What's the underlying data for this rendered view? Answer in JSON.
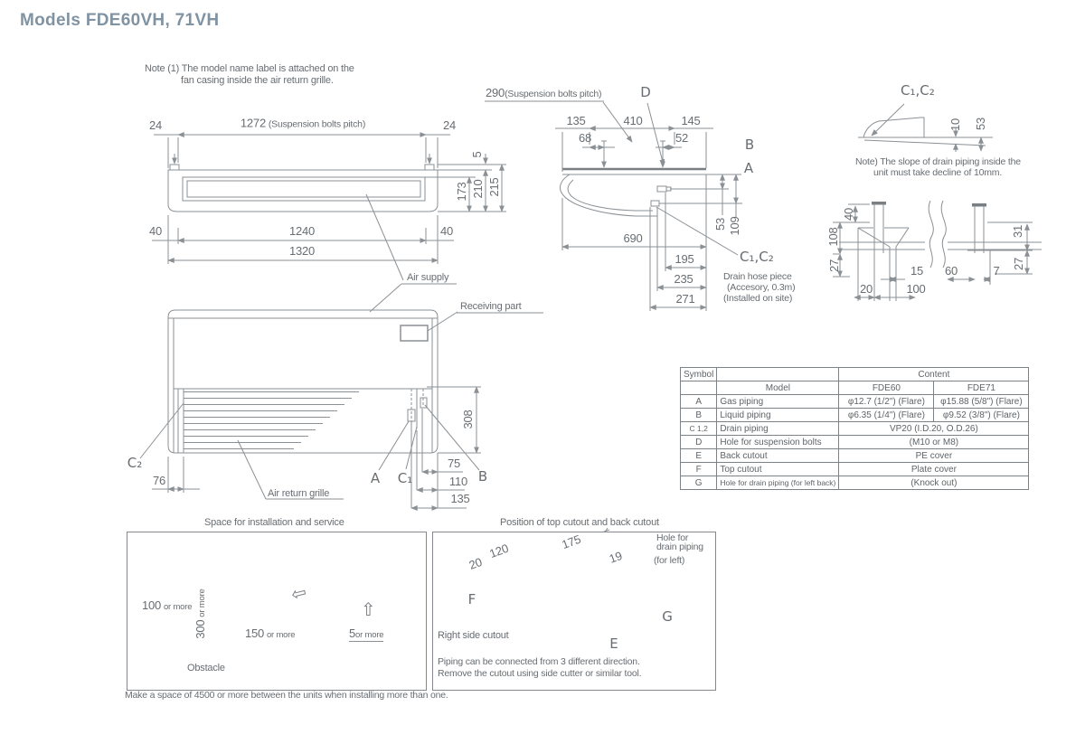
{
  "title": "Models  FDE60VH, 71VH",
  "note1": {
    "line1": "Note (1) The model name label is attached on the",
    "line2": "fan casing inside the air return grille."
  },
  "top_view": {
    "dim_24_left": "24",
    "dim_pitch": "1272",
    "dim_pitch_note": "(Suspension bolts pitch)",
    "dim_24_right": "24",
    "dim_5": "5",
    "dim_173": "173",
    "dim_210": "210",
    "dim_215": "215",
    "dim_40_left": "40",
    "dim_1240": "1240",
    "dim_40_right": "40",
    "dim_1320": "1320",
    "air_supply": "Air supply"
  },
  "front_view": {
    "receiving_part": "Receiving part",
    "c2": "C₂",
    "dim_76": "76",
    "air_return_grille": "Air return grille",
    "a": "A",
    "c1": "C₁",
    "b": "B",
    "dim_308": "308",
    "dim_75": "75",
    "dim_110": "110",
    "dim_135": "135"
  },
  "side_view": {
    "dim_pitch": "290",
    "dim_pitch_note": "(Suspension bolts pitch)",
    "d": "D",
    "b": "B",
    "a": "A",
    "dim_135": "135",
    "dim_410": "410",
    "dim_145": "145",
    "dim_68": "68",
    "dim_52": "52",
    "dim_690": "690",
    "dim_53": "53",
    "dim_109": "109",
    "dim_195": "195",
    "dim_235": "235",
    "dim_271": "271",
    "c1c2": "C₁,C₂",
    "drain_note_line1": "Drain hose piece",
    "drain_note_line2": "(Accesory, 0.3m)",
    "drain_note_line3": "(Installed on site)"
  },
  "slope_detail": {
    "c1c2": "C₁,C₂",
    "dim_10": "10",
    "dim_53": "53",
    "note_line1": "Note) The slope of drain piping inside the",
    "note_line2": "unit must take decline of 10mm."
  },
  "bracket_detail": {
    "dim_40": "40",
    "dim_108": "108",
    "dim_27_left": "27",
    "dim_20": "20",
    "dim_15": "15",
    "dim_100": "100",
    "dim_60": "60",
    "dim_7": "7",
    "dim_31": "31",
    "dim_27_right": "27"
  },
  "table": {
    "header_symbol": "Symbol",
    "header_content": "Content",
    "header_model": "Model",
    "header_fde60": "FDE60",
    "header_fde71": "FDE71",
    "rows": [
      {
        "symbol": "A",
        "item": "Gas piping",
        "fde60": "φ12.7 (1/2\") (Flare)",
        "fde71": "φ15.88 (5/8\") (Flare)"
      },
      {
        "symbol": "B",
        "item": "Liquid piping",
        "fde60": "φ6.35 (1/4\") (Flare)",
        "fde71": "φ9.52 (3/8\") (Flare)"
      },
      {
        "symbol": "C 1,2",
        "item": "Drain piping",
        "value": "VP20 (I.D.20, O.D.26)"
      },
      {
        "symbol": "D",
        "item": "Hole for suspension bolts",
        "value": "(M10 or M8)"
      },
      {
        "symbol": "E",
        "item": "Back cutout",
        "value": "PE cover"
      },
      {
        "symbol": "F",
        "item": "Top cutout",
        "value": "Plate cover"
      },
      {
        "symbol": "G",
        "item": "Hole for drain piping  (for left back)",
        "value": "(Knock out)"
      }
    ]
  },
  "install_box": {
    "title": "Space for installation and service",
    "dim_100": "100",
    "dim_100_suffix": "or more",
    "dim_300": "300",
    "dim_300_suffix": "or more",
    "dim_150": "150",
    "dim_150_suffix": "or more",
    "dim_5": "5",
    "dim_5_suffix": "or more",
    "obstacle": "Obstacle",
    "caption": "Make a space of 4500 or more between the units when installing more than one."
  },
  "cutout_box": {
    "title": "Position of top cutout and back cutout",
    "dim_20": "20",
    "dim_120": "120",
    "dim_175": "175",
    "dim_19": "19",
    "hole_line1": "Hole for",
    "hole_line2": "drain piping",
    "hole_line3": "(for left)",
    "f": "F",
    "g": "G",
    "e": "E",
    "right_side_cutout": "Right side cutout",
    "note_line1": "Piping can be connected from 3 different direction.",
    "note_line2": "Remove the cutout using side cutter or similar tool."
  },
  "colors": {
    "title": "#8093a3",
    "line": "#8b9095",
    "text": "#686d72"
  }
}
